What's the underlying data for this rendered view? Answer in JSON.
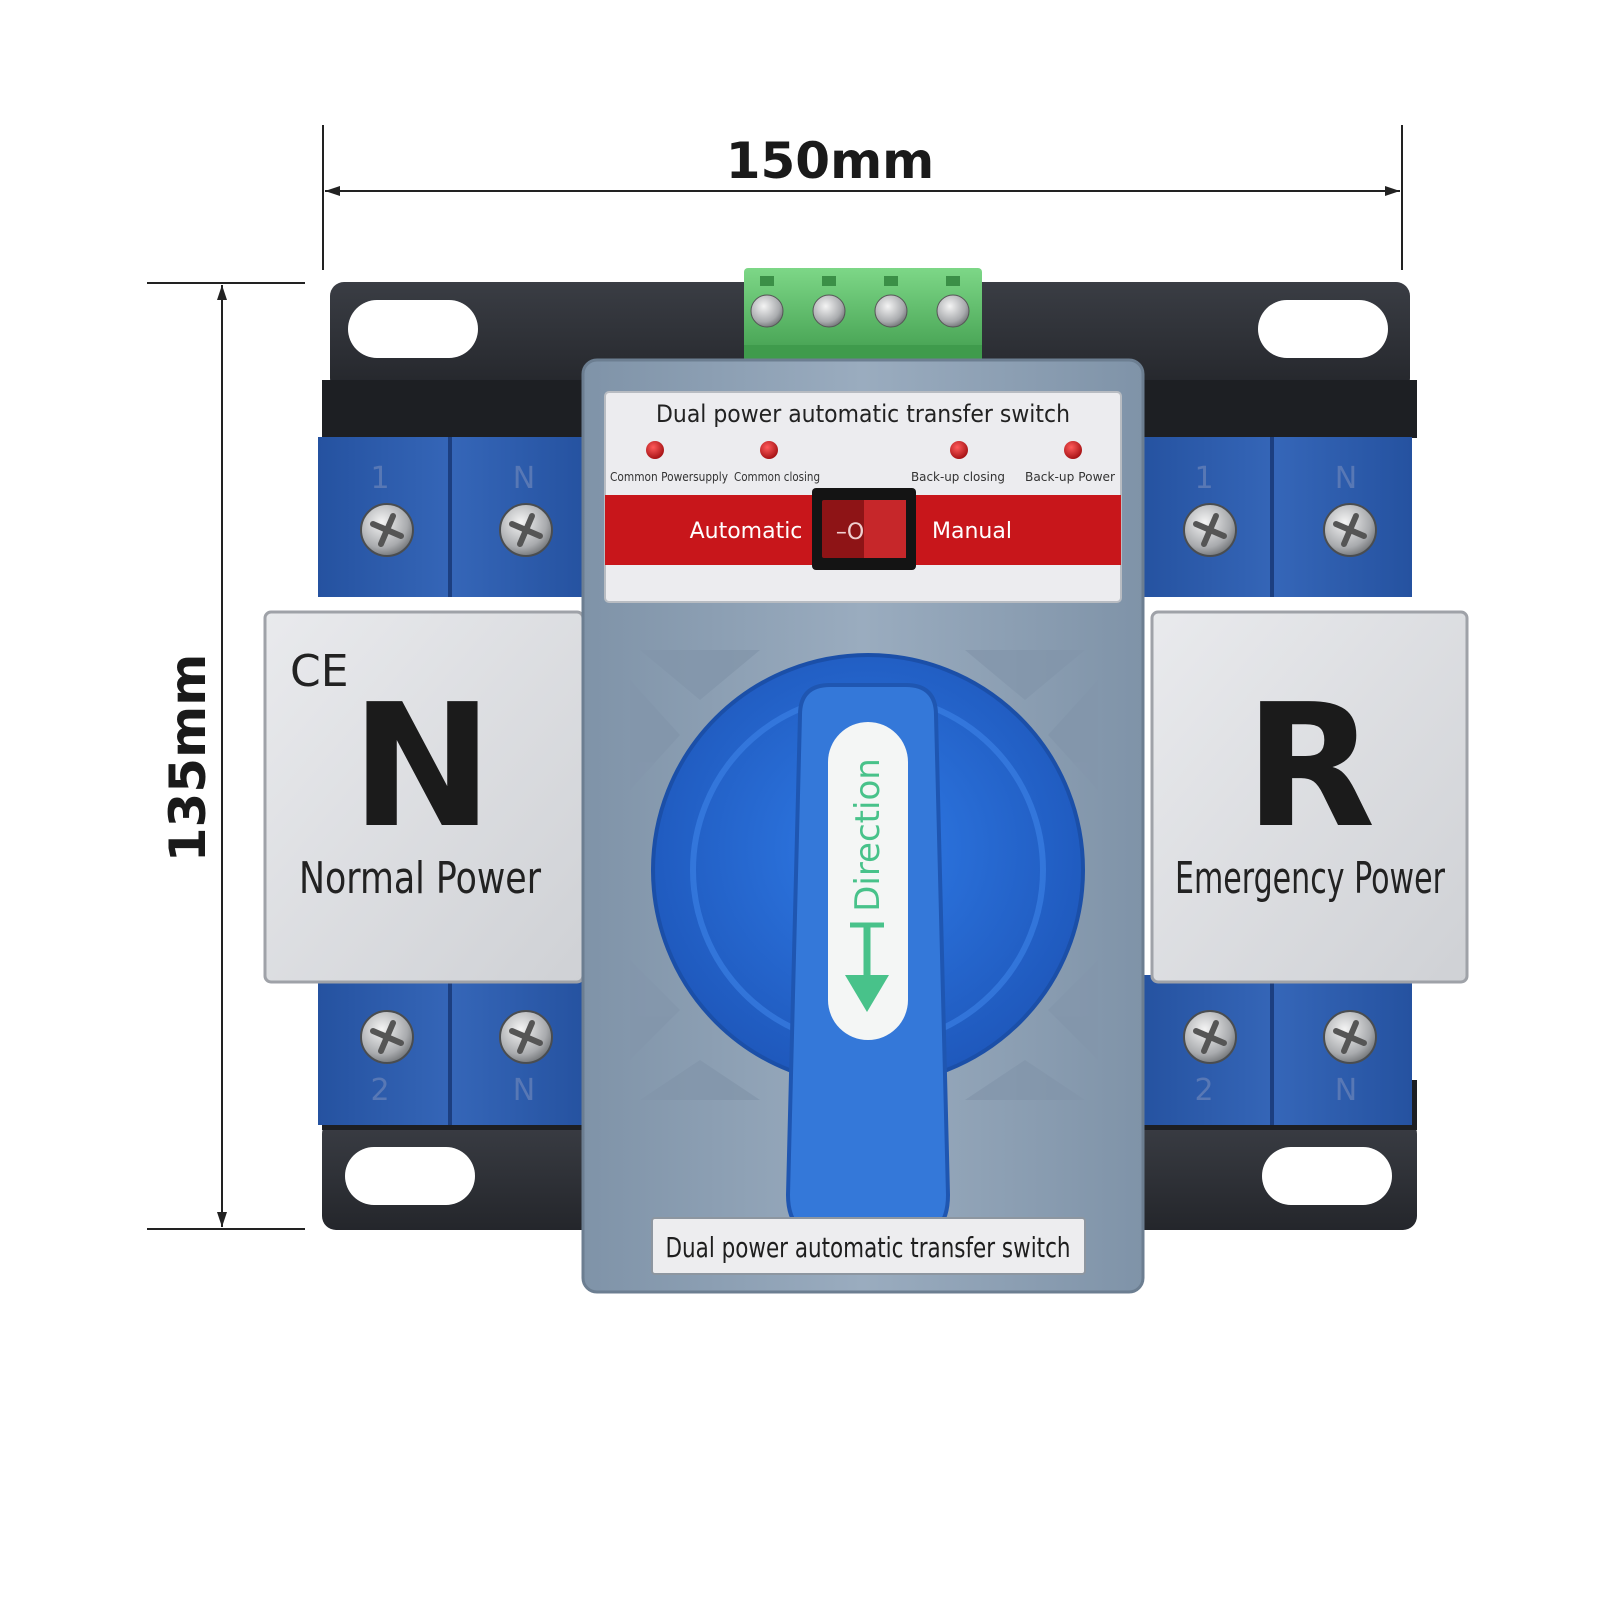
{
  "dimensions": {
    "width_label": "150mm",
    "height_label": "135mm"
  },
  "switch": {
    "panel_title": "Dual power automatic transfer switch",
    "indicators": [
      "Common Powersupply",
      "Common closing",
      "Back-up closing",
      "Back-up Power"
    ],
    "mode_left": "Automatic",
    "mode_right": "Manual",
    "rocker_glyph": "–O",
    "handle_label": "Direction",
    "bottom_label": "Dual power automatic transfer switch"
  },
  "left_side": {
    "cert_mark": "CE",
    "letter": "N",
    "caption": "Normal Power",
    "top_terminals": [
      "1",
      "N"
    ],
    "bottom_terminals": [
      "2",
      "N"
    ]
  },
  "right_side": {
    "letter": "R",
    "caption": "Emergency Power",
    "top_terminals": [
      "1",
      "N"
    ],
    "bottom_terminals": [
      "2",
      "N"
    ]
  },
  "colors": {
    "module_blue": "#2d5cab",
    "housing_grey": "#8fa2b6",
    "handle_blue": "#2a6fd6",
    "mounting_plate": "#2b2d33",
    "terminal_green": "#5fbf6a",
    "indicator_red": "#c0181b",
    "label_grey": "#dcdde0"
  }
}
